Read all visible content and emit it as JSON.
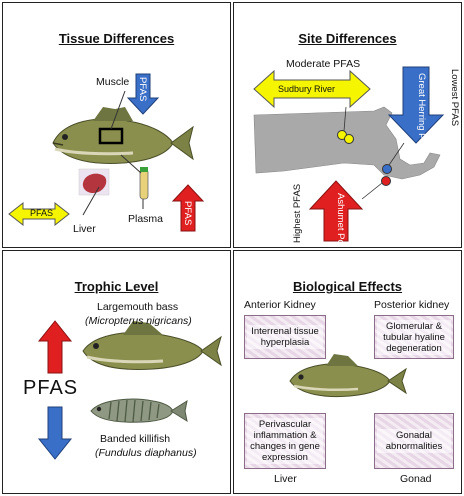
{
  "panels": {
    "tissue": {
      "title": "Tissue Differences",
      "muscle": "Muscle",
      "liver": "Liver",
      "plasma": "Plasma",
      "pfas_tag": "PFAS"
    },
    "site": {
      "title": "Site Differences",
      "moderate": "Moderate PFAS",
      "sudbury": "Sudbury River",
      "great_herring": "Great Herring Pond",
      "lowest": "Lowest PFAS",
      "ashumet": "Ashumet Pond",
      "highest": "Highest PFAS"
    },
    "trophic": {
      "title": "Trophic Level",
      "bass_name": "Largemouth bass",
      "bass_sci": "(Micropterus nigricans)",
      "pfas": "PFAS",
      "killi_name": "Banded killifish",
      "killi_sci": "(Fundulus diaphanus)"
    },
    "bio": {
      "title": "Biological Effects",
      "anterior": "Anterior Kidney",
      "posterior": "Posterior kidney",
      "interrenal": "Interrenal tissue hyperplasia",
      "glomerular": "Glomerular & tubular hyaline degeneration",
      "perivascular": "Perivascular inflammation & changes in gene expression",
      "gonadal": "Gonadal abnormalities",
      "liver": "Liver",
      "gonad": "Gonad"
    }
  },
  "colors": {
    "up_arrow": "#e02020",
    "down_arrow": "#3a6fc8",
    "neutral_arrow": "#f5f500",
    "state_fill": "#a9a9a9"
  }
}
